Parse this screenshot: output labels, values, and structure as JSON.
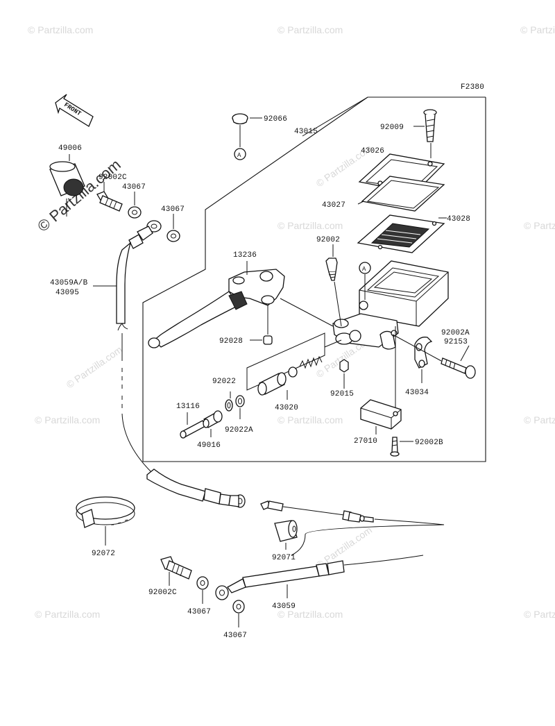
{
  "figure_code": "F2380",
  "front_label": "FRONT",
  "ref_marker": "A",
  "watermark_text": "© Partzilla.com",
  "watermark_big": "© Partzilla.com",
  "labels": {
    "p92066": "92066",
    "p43015": "43015",
    "p92009": "92009",
    "p43026": "43026",
    "p43027": "43027",
    "p43028": "43028",
    "p49006": "49006",
    "p92002c_top": "92002C",
    "p43067_a": "43067",
    "p43067_b": "43067",
    "p43059ab": "43059A/B",
    "p43095": "43095",
    "p13236": "13236",
    "p92002": "92002",
    "p92028": "92028",
    "p92002a": "92002A",
    "p92153": "92153",
    "p43034": "43034",
    "p92022": "92022",
    "p92022a": "92022A",
    "p43020": "43020",
    "p92015": "92015",
    "p13116": "13116",
    "p49016": "49016",
    "p27010": "27010",
    "p92002b": "92002B",
    "p92072": "92072",
    "p92071": "92071",
    "p92002c_bot": "92002C",
    "p43067_c": "43067",
    "p43059": "43059",
    "p43067_d": "43067"
  },
  "colors": {
    "line": "#111111",
    "watermark": "#d8d8d8",
    "background": "#ffffff"
  }
}
